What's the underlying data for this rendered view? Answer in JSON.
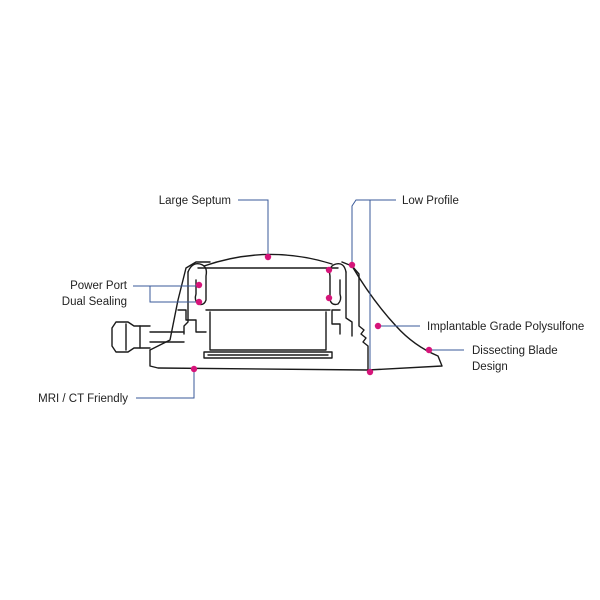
{
  "colors": {
    "outline": "#1a1a1a",
    "leader": "#3a5a9a",
    "dot": "#d6157a",
    "text": "#222222",
    "background": "#ffffff"
  },
  "callouts": {
    "large_septum": "Large Septum",
    "low_profile": "Low Profile",
    "power_port_line1": "Power Port",
    "power_port_line2": "Dual Sealing",
    "polysulfone": "Implantable Grade Polysulfone",
    "dissecting_line1": "Dissecting Blade",
    "dissecting_line2": "Design",
    "mri_ct": "MRI / CT Friendly"
  }
}
